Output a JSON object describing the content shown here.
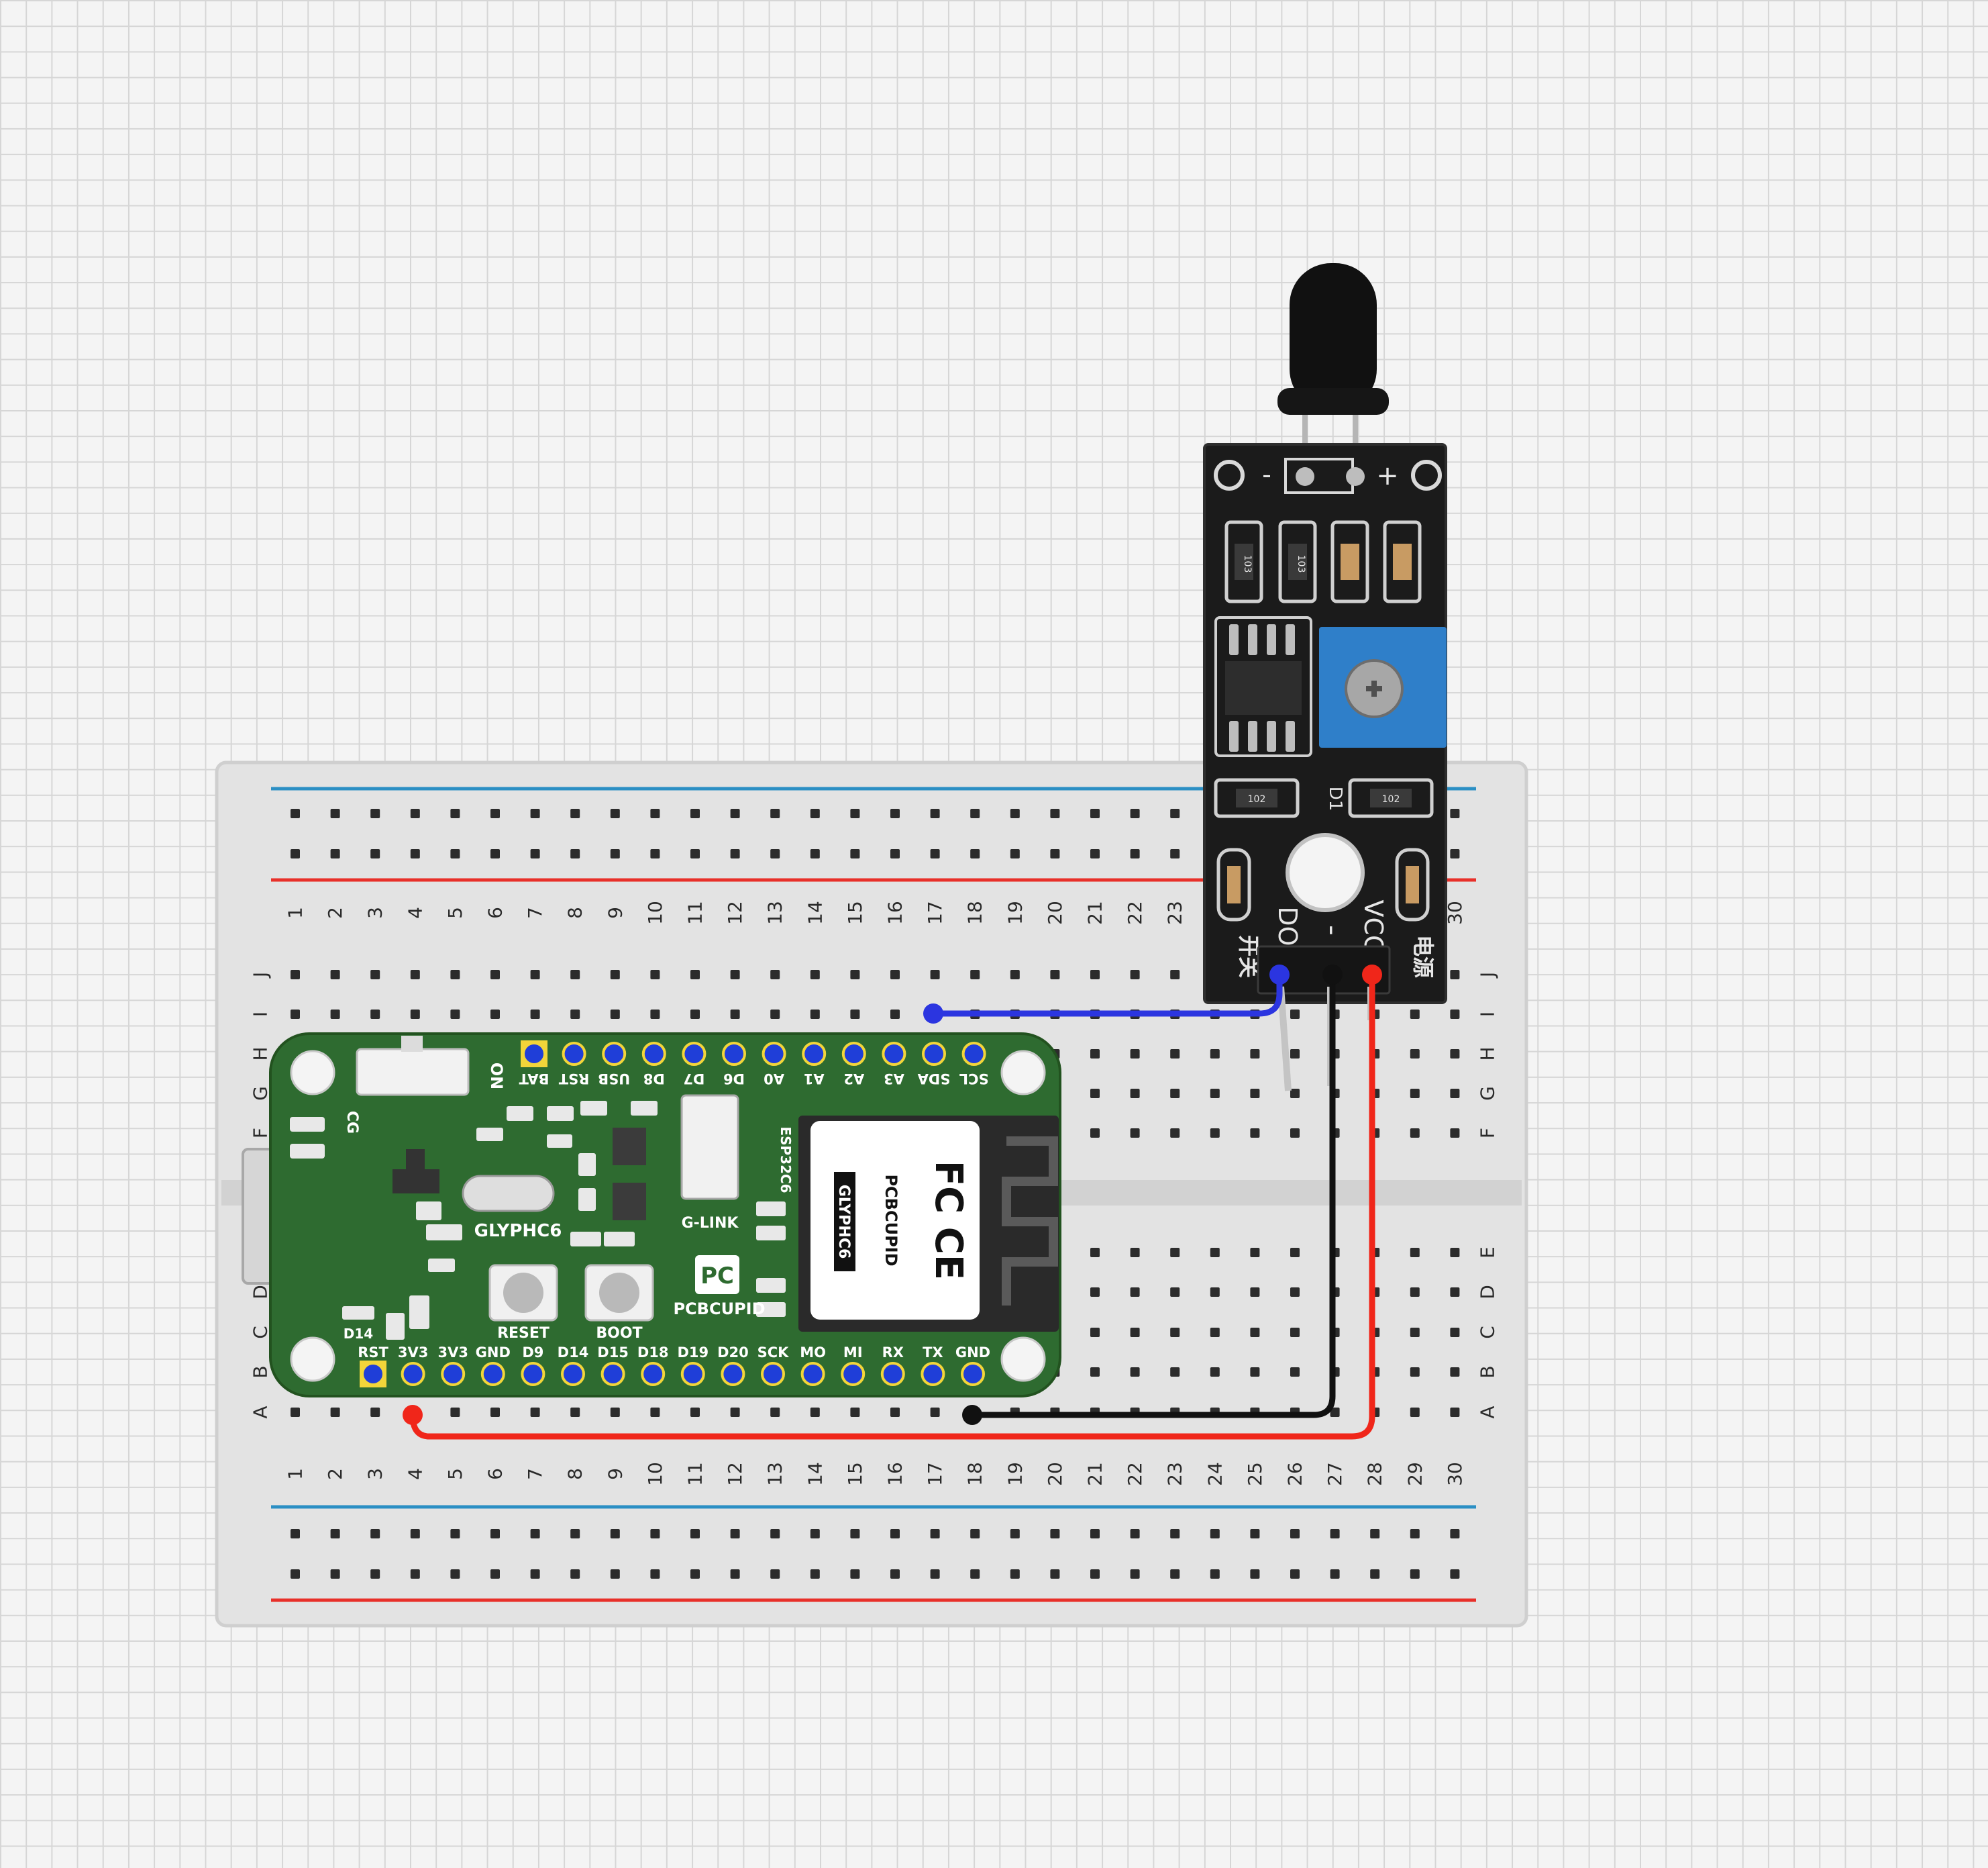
{
  "breadboard": {
    "columns": [
      "1",
      "2",
      "3",
      "4",
      "5",
      "6",
      "7",
      "8",
      "9",
      "10",
      "11",
      "12",
      "13",
      "14",
      "15",
      "16",
      "17",
      "18",
      "19",
      "20",
      "21",
      "22",
      "23",
      "24",
      "25",
      "26",
      "27",
      "28",
      "29",
      "30"
    ],
    "rows_top": [
      "J",
      "I",
      "H",
      "G",
      "F"
    ],
    "rows_bottom": [
      "E",
      "D",
      "C",
      "B",
      "A"
    ],
    "colors": {
      "body": "#e2e2e2",
      "rail_positive": "#e8302a",
      "rail_negative": "#2b8fc4",
      "hole": "#2c2c2c"
    }
  },
  "board": {
    "name": "GLYPHC6",
    "brand": "PCBCUPID",
    "logo": "PC",
    "chip_label": "ESP32C6",
    "module_lines": [
      "PCBCUPID",
      "GLYPHC6"
    ],
    "cert_marks": "FC CE",
    "connector_label": "G-LINK",
    "power_switch_label": "ON",
    "charge_label": "CG",
    "led_label": "D14",
    "reset_label": "RESET",
    "boot_label": "BOOT",
    "top_pins": [
      "BAT",
      "RST",
      "USB",
      "D8",
      "D7",
      "D6",
      "A0",
      "A1",
      "A2",
      "A3",
      "SDA",
      "SCL"
    ],
    "bottom_pins": [
      "RST",
      "3V3",
      "3V3",
      "GND",
      "D9",
      "D14",
      "D15",
      "D18",
      "D19",
      "D20",
      "SCK",
      "MO",
      "MI",
      "RX",
      "TX",
      "GND"
    ],
    "colors": {
      "pcb": "#2e6b30",
      "pad": "#1f3ed8",
      "pad_ring": "#f2d53a",
      "silk": "#ffffff"
    }
  },
  "sensor": {
    "pin_labels": [
      "DO",
      "-",
      "VCC"
    ],
    "cn_labels": [
      "开关",
      "电源"
    ],
    "header_marks": [
      "-",
      "+"
    ],
    "resistor_code": "103",
    "resistor_code_2": "102",
    "led_label": "D1",
    "colors": {
      "pcb": "#1b1b1b",
      "pot": "#2f7fc9"
    }
  },
  "wires": [
    {
      "signal": "DO to SDA",
      "color": "#2b35e0"
    },
    {
      "signal": "GND to GND",
      "color": "#111111"
    },
    {
      "signal": "VCC to 3V3",
      "color": "#f0261a"
    }
  ]
}
